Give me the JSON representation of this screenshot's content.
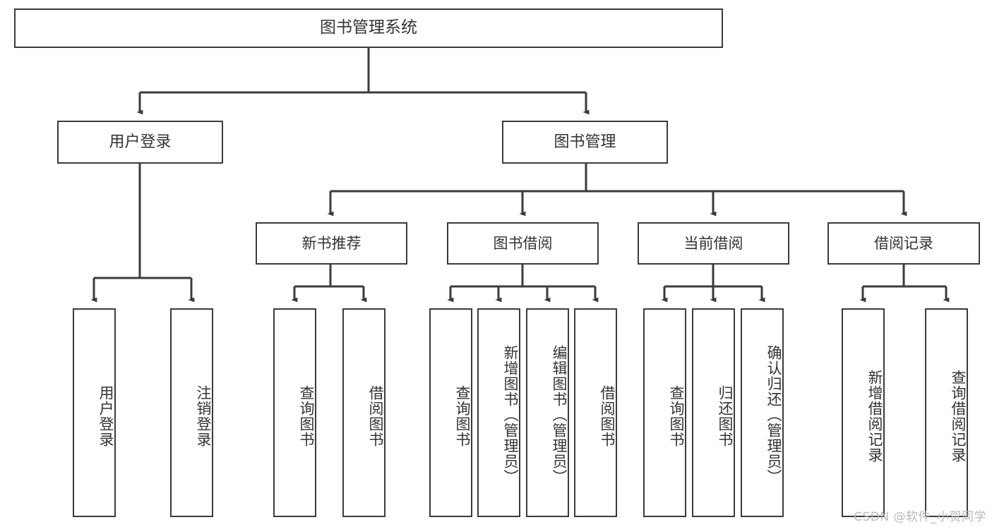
{
  "diagram": {
    "title": "图书管理系统",
    "watermark": "CSDN @软件_小贺同学",
    "colors": {
      "border": "#3b3b3b",
      "text": "#333333",
      "background": "#ffffff",
      "edge": "#3b3b3b",
      "watermark": "#b9b9b9"
    },
    "nodes": {
      "root": {
        "label": "图书管理系统"
      },
      "level2": [
        {
          "label": "用户登录"
        },
        {
          "label": "图书管理"
        }
      ],
      "level3": [
        {
          "label": "新书推荐"
        },
        {
          "label": "图书借阅"
        },
        {
          "label": "当前借阅"
        },
        {
          "label": "借阅记录"
        }
      ],
      "leaves": {
        "user_login": [
          {
            "label": "用户登录"
          },
          {
            "label": "注销登录"
          }
        ],
        "new_book_recommend": [
          {
            "label": "查询图书"
          },
          {
            "label": "借阅图书"
          }
        ],
        "book_borrow": [
          {
            "label": "查询图书"
          },
          {
            "label": "新增图书（管理员）"
          },
          {
            "label": "编辑图书（管理员）"
          },
          {
            "label": "借阅图书"
          }
        ],
        "current_borrow": [
          {
            "label": "查询图书"
          },
          {
            "label": "归还图书"
          },
          {
            "label": "确认归还（管理员）"
          }
        ],
        "borrow_record": [
          {
            "label": "新增借阅记录"
          },
          {
            "label": "查询借阅记录"
          }
        ]
      }
    }
  }
}
